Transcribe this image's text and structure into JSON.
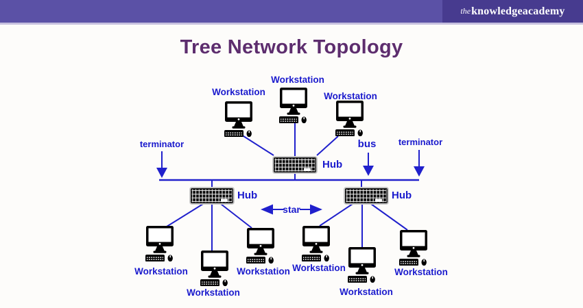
{
  "header": {
    "bar_color": "#5B51A6",
    "logo_bg_color": "#473B8F",
    "logo": {
      "the": "the",
      "knowledge": "knowledge",
      "academy": "academy"
    }
  },
  "title": {
    "text": "Tree Network Topology",
    "color": "#5D2D6E"
  },
  "diagram": {
    "type": "tree-network-topology",
    "colors": {
      "accent_blue": "#1A1ACD",
      "device_black": "#000000"
    },
    "labels": {
      "workstation": "Workstation",
      "hub": "Hub",
      "terminator": "terminator",
      "bus": "bus",
      "star": "star"
    },
    "summary": {
      "hubs": 3,
      "workstations": 9,
      "terminators": 2,
      "top_level_workstations": 3,
      "child_hubs": 2,
      "workstations_per_child_hub": 3
    }
  }
}
